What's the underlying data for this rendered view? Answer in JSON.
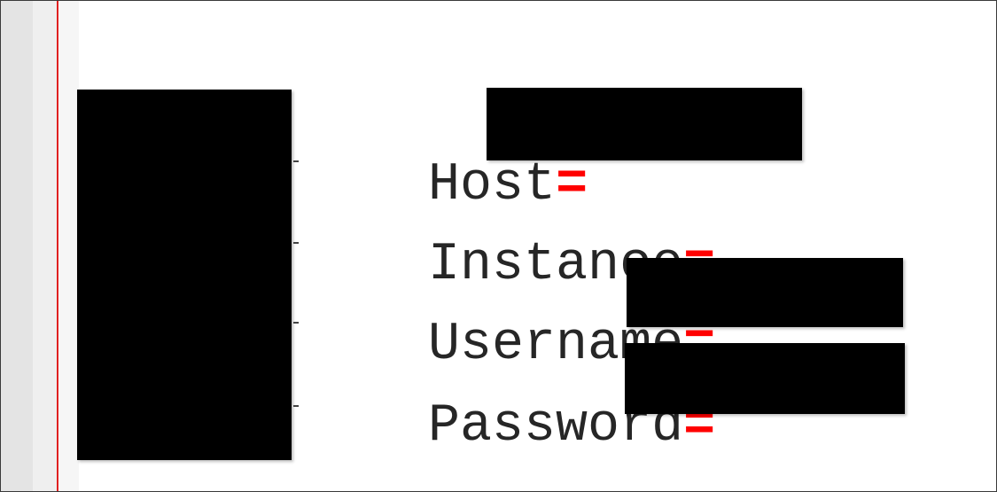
{
  "config_lines": [
    {
      "key": "Host",
      "separator": "="
    },
    {
      "key": "Instance",
      "separator": "="
    },
    {
      "key": "Username",
      "separator": "="
    },
    {
      "key": "Password",
      "separator": "="
    }
  ],
  "colors": {
    "key_text": "#262626",
    "separator": "#ff0000",
    "margin_line": "#e02020",
    "redaction": "#000000"
  }
}
